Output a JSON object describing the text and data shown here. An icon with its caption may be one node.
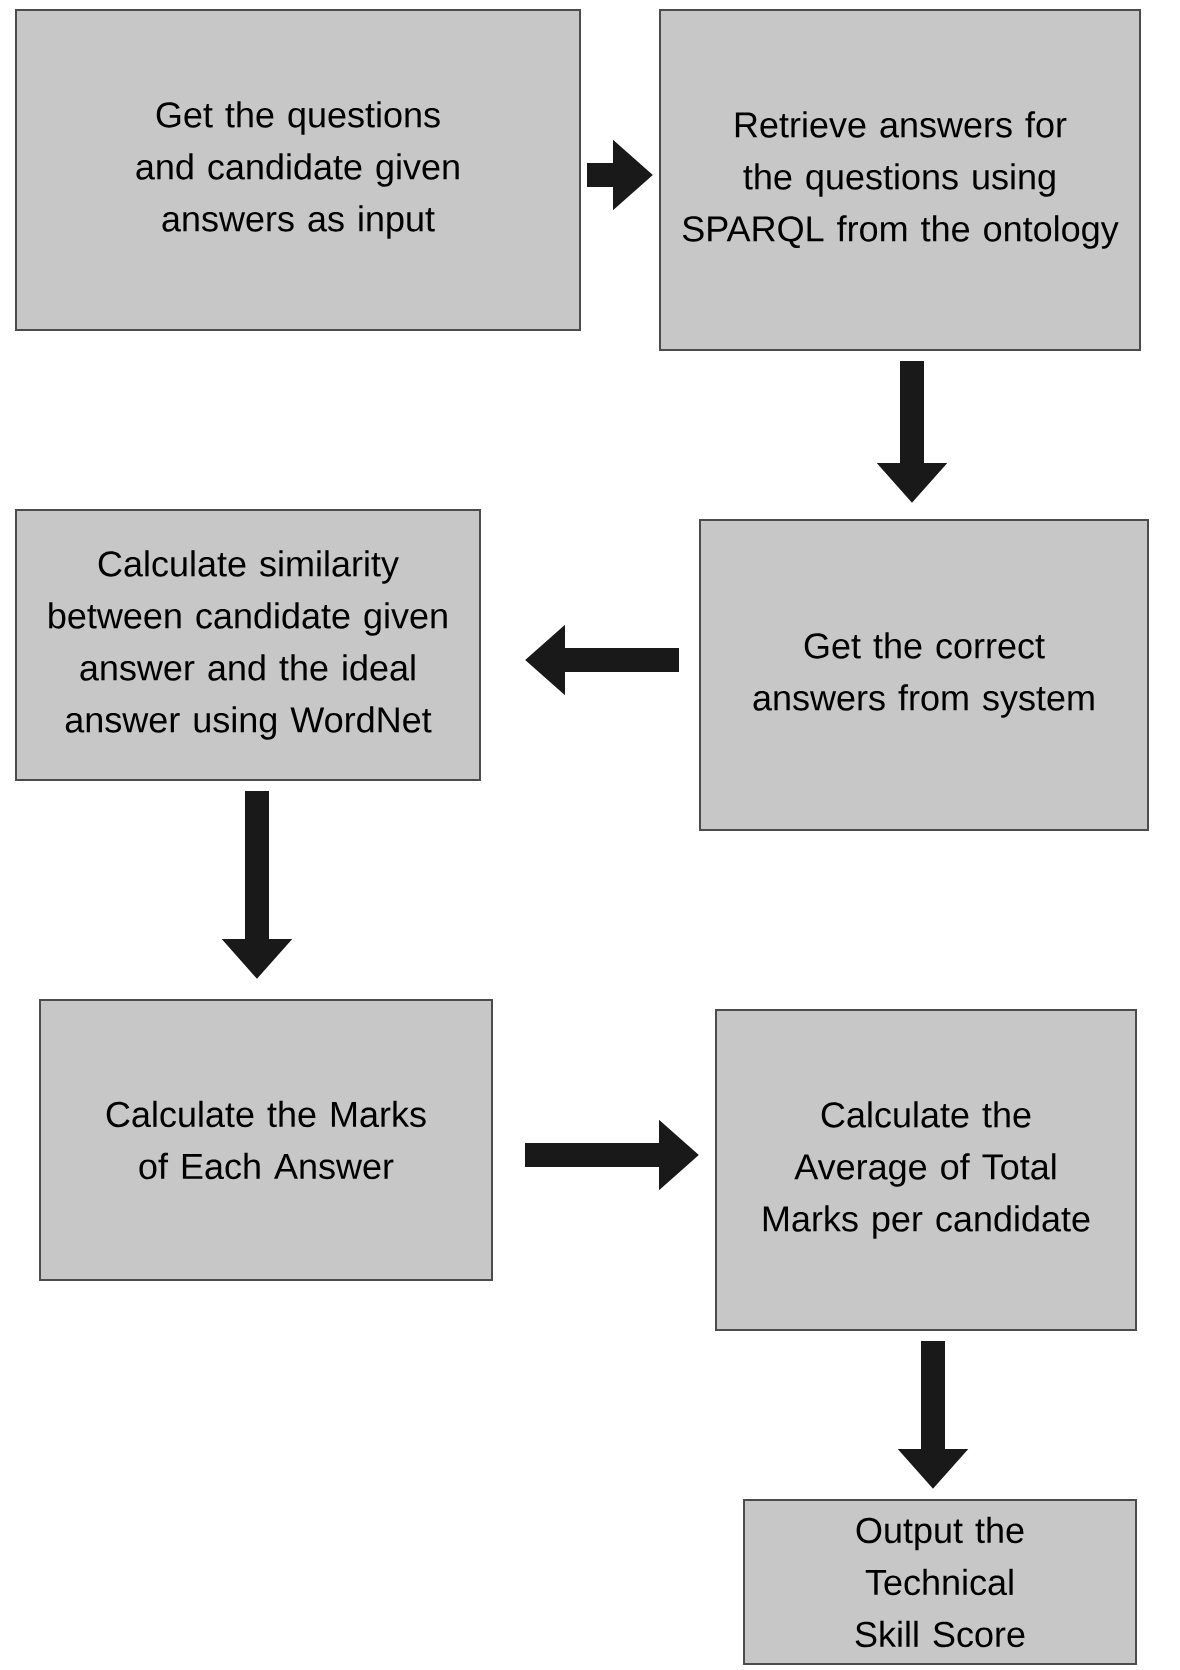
{
  "diagram": {
    "nodes": [
      {
        "text": [
          "Get the questions and candidate given answers as input"
        ]
      },
      {
        "text": [
          "Retrieve answers for the questions using SPARQL from the ontology"
        ]
      },
      {
        "text": [
          "Get the correct answers from system"
        ]
      },
      {
        "text": [
          "Calculate similarity between candidate given answer and the ideal answer using WordNet"
        ]
      },
      {
        "text": [
          "Calculate the Marks of Each Answer"
        ]
      },
      {
        "text": [
          "Calculate the Average of Total Marks per candidate"
        ]
      },
      {
        "text": [
          "Output the Technical Skill Score"
        ]
      }
    ],
    "edges": [
      {
        "from": 0,
        "to": 1,
        "arrow": "to"
      },
      {
        "from": 1,
        "to": 2,
        "arrow": "to"
      },
      {
        "from": 2,
        "to": 3,
        "arrow": "to"
      },
      {
        "from": 3,
        "to": 4,
        "arrow": "to"
      },
      {
        "from": 4,
        "to": 5,
        "arrow": "to"
      },
      {
        "from": 5,
        "to": 6,
        "arrow": "to"
      }
    ]
  }
}
